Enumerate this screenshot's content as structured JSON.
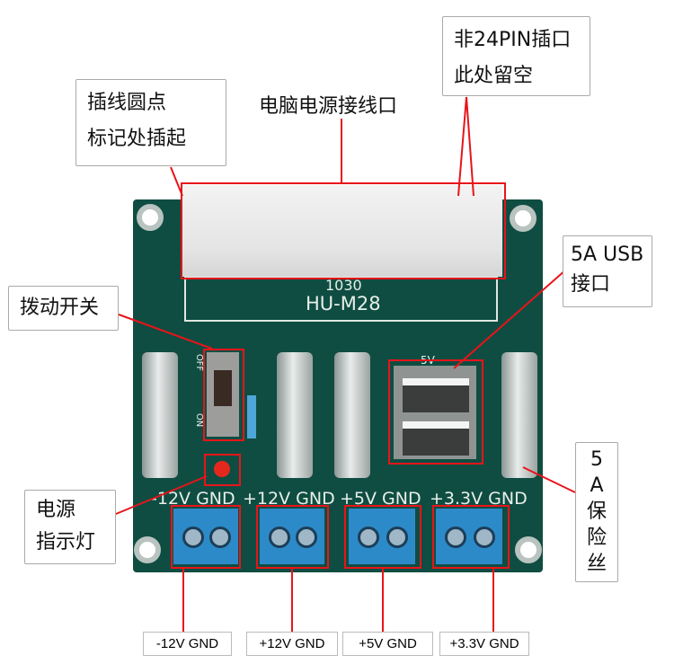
{
  "callouts": {
    "pin_mark": "插线圆点\n标记处插起",
    "psu_port": "电脑电源接线口",
    "non24pin": "非24PIN插口\n此处留空",
    "switch": "拨动开关",
    "usb": "5A USB\n接口",
    "led": "电源\n指示灯",
    "fuse": "5\nA\n保\n险\n丝"
  },
  "silkscreen": {
    "code": "1030",
    "model": "HU-M28",
    "off": "OFF",
    "on": "ON",
    "usb_5v": "5V",
    "rails": [
      "-12V GND",
      "+12V GND",
      "+5V GND",
      "+3.3V GND"
    ]
  },
  "outputs": [
    "-12V GND",
    "+12V GND",
    "+5V GND",
    "+3.3V GND"
  ],
  "colors": {
    "highlight": "#e8141a",
    "pcb": "#0f4d42",
    "terminal": "#2c8ac9"
  }
}
